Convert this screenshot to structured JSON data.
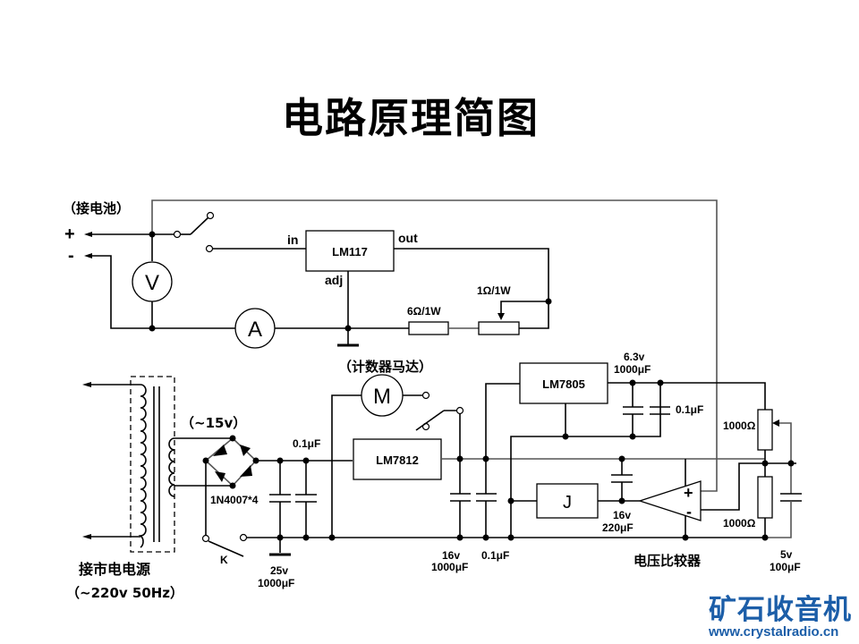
{
  "title": "电路原理简图",
  "battery_section": {
    "label": "（接电池）",
    "plus": "+",
    "minus": "-",
    "voltmeter": "V",
    "ammeter": "A",
    "regulator": "LM117",
    "pin_in": "in",
    "pin_out": "out",
    "pin_adj": "adj",
    "resistor_fixed": "6Ω/1W",
    "resistor_variable": "1Ω/1W"
  },
  "power_section": {
    "mains_label": "接市电电源",
    "mains_spec": "（~220v 50Hz）",
    "secondary": "（~15v）",
    "bridge": "1N4007*4",
    "switch": "K",
    "cap_filter_main": [
      "25v",
      "1000μF"
    ],
    "cap_filter_small": "0.1μF",
    "motor_label": "（计数器马达）",
    "motor": "M",
    "reg_12": "LM7812",
    "cap_12_main": [
      "16v",
      "1000μF"
    ],
    "cap_12_small": "0.1μF",
    "reg_5": "LM7805",
    "cap_5_main": [
      "6.3v",
      "1000μF"
    ],
    "cap_5_small": "0.1μF",
    "block_j": "J",
    "cap_j": [
      "16v",
      "220μF"
    ],
    "comparator_label": "电压比较器",
    "comp_plus": "+",
    "comp_minus": "-",
    "res_top": "1000Ω",
    "res_bottom": "1000Ω",
    "cap_ref": [
      "5v",
      "100μF"
    ]
  },
  "logo": {
    "name": "矿石收音机",
    "url": "www.crystalradio.cn",
    "color": "#1c5ea8"
  }
}
